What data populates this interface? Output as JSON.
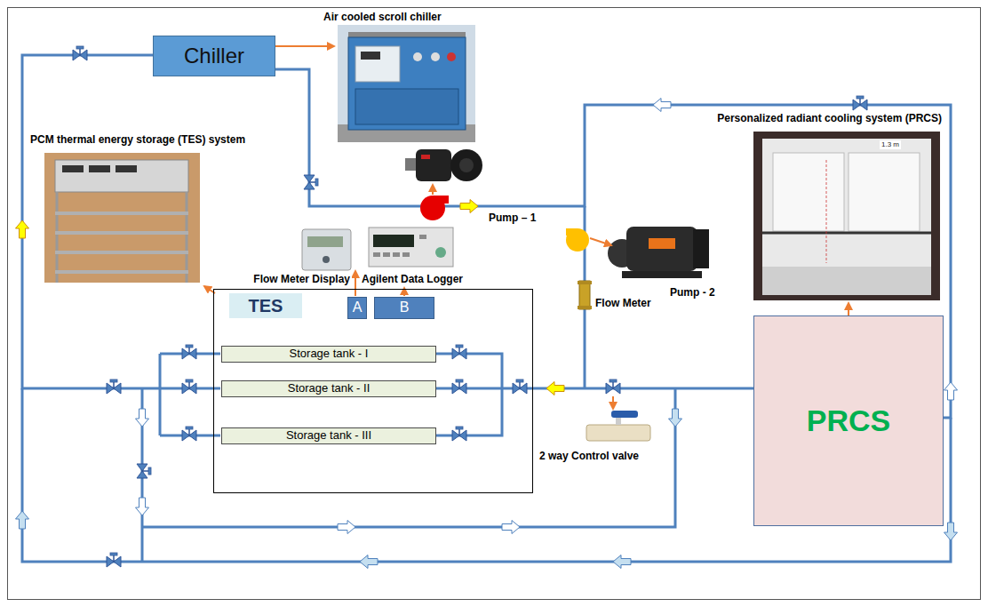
{
  "diagram": {
    "nodes": [
      {
        "text": [
          "Chiller"
        ]
      },
      {
        "text": [
          "TES"
        ]
      },
      {
        "text": [
          "A"
        ],
        "in": 1
      },
      {
        "text": [
          "B"
        ],
        "in": 1
      },
      {
        "text": [
          "Storage tank - I"
        ],
        "in": 1
      },
      {
        "text": [
          "Storage tank - II"
        ],
        "in": 1
      },
      {
        "text": [
          "Storage tank - III"
        ],
        "in": 1
      },
      {
        "text": [
          "PRCS"
        ]
      }
    ],
    "edges": [
      {
        "from": 0,
        "to": 7,
        "arrow": "none"
      },
      {
        "from": 7,
        "to": 1,
        "arrow": "none"
      },
      {
        "from": 1,
        "to": 0,
        "arrow": "none"
      }
    ],
    "labels": [
      "Air cooled scroll chiller",
      "PCM thermal energy storage (TES) system",
      "Personalized radiant cooling system (PRCS)",
      "1.3 m",
      "Pump – 1",
      "Flow Meter Display",
      "Agilent Data Logger",
      "Flow Meter",
      "Pump - 2",
      "2 way Control valve"
    ]
  }
}
